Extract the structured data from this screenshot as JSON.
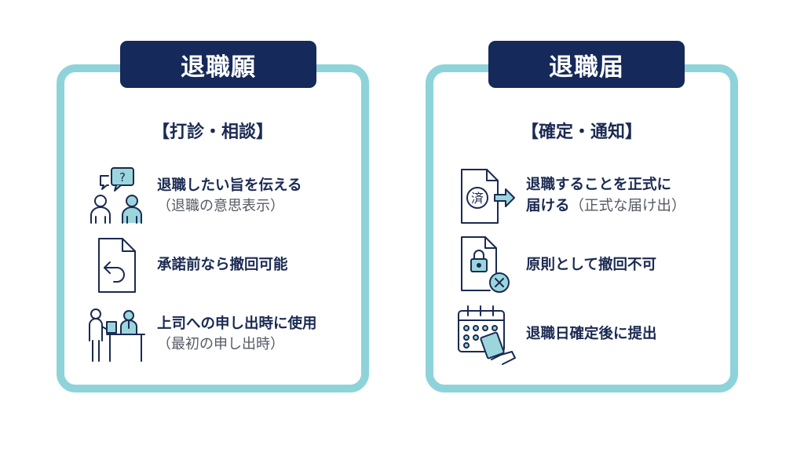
{
  "left": {
    "tab_title": "退職願",
    "subtitle": "【打診・相談】",
    "items": [
      {
        "icon": "consultation-icon",
        "main": "退職したい旨を伝える",
        "sub": "（退職の意思表示）"
      },
      {
        "icon": "document-undo-icon",
        "main": "承諾前なら撤回可能",
        "sub": ""
      },
      {
        "icon": "meeting-desk-icon",
        "main": "上司への申し出時に使用",
        "sub": "（最初の申し出時）"
      }
    ]
  },
  "right": {
    "tab_title": "退職届",
    "subtitle": "【確定・通知】",
    "items": [
      {
        "icon": "submitted-document-icon",
        "main_line1": "退職することを正式に",
        "main_line2": "届ける",
        "sub": "（正式な届け出）",
        "stamp": "済"
      },
      {
        "icon": "locked-document-icon",
        "main": "原則として撤回不可",
        "sub": ""
      },
      {
        "icon": "calendar-submit-icon",
        "main": "退職日確定後に提出",
        "sub": ""
      }
    ]
  },
  "colors": {
    "navy": "#15295a",
    "teal": "#8fd3da",
    "icon_fill": "#9bd6dd"
  }
}
